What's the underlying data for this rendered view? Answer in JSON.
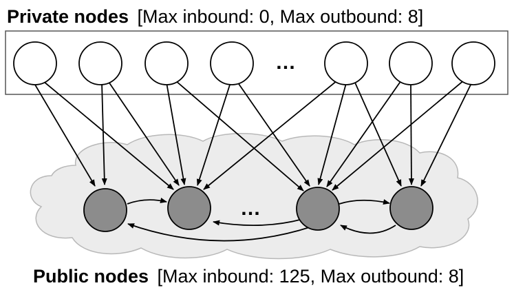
{
  "private_group": {
    "title": "Private nodes",
    "limits": "[Max inbound: 0, Max outbound: 8]",
    "ellipsis": "…",
    "node_fill": "#ffffff"
  },
  "public_group": {
    "title": "Public nodes",
    "limits": "[Max inbound: 125, Max outbound: 8]",
    "ellipsis": "…",
    "node_fill": "#8c8c8c",
    "cloud_fill": "#ececec"
  }
}
